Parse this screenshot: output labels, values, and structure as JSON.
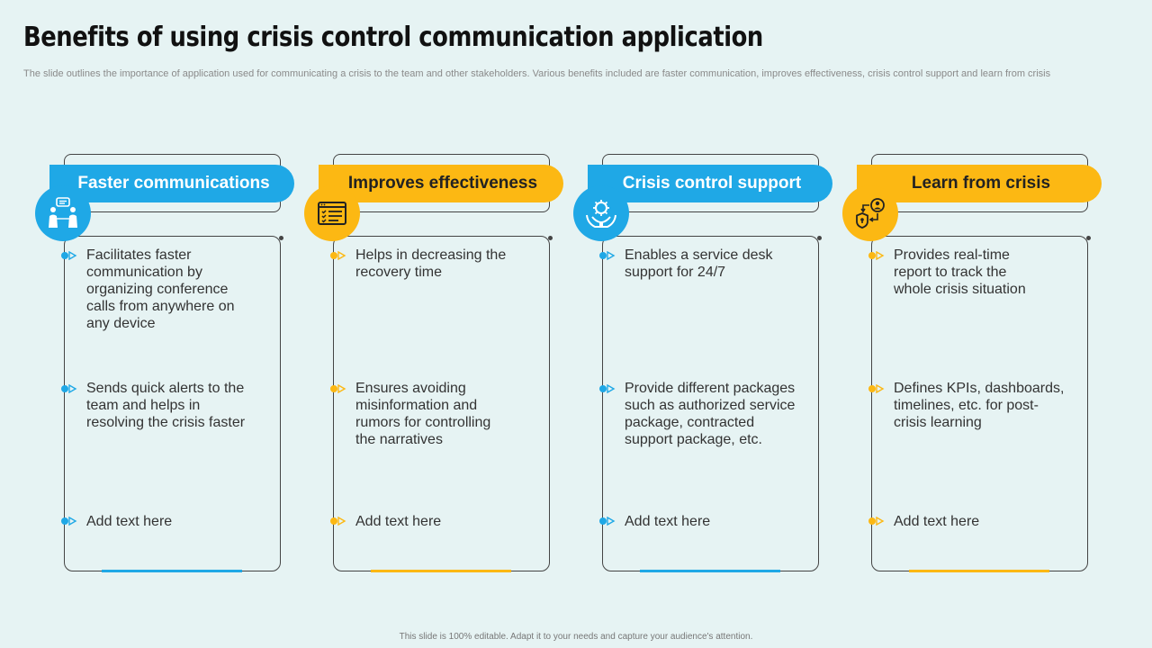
{
  "header": {
    "title": "Benefits of using crisis control communication application",
    "subtitle": "The slide outlines the importance of application used for communicating a crisis to the team and other stakeholders. Various benefits included are faster communication, improves effectiveness, crisis control support and learn from crisis"
  },
  "colors": {
    "blue": "#1fa8e6",
    "yellow": "#fcb813",
    "background": "#e6f3f3"
  },
  "columns": [
    {
      "title": "Faster communications",
      "icon": "conference-people-icon",
      "theme": "blue",
      "items": [
        "Facilitates faster communication by organizing conference calls from anywhere on any device",
        "Sends quick alerts to the team and helps in resolving the crisis faster",
        "Add text here"
      ]
    },
    {
      "title": "Improves effectiveness",
      "icon": "browser-checklist-icon",
      "theme": "yellow",
      "items": [
        "Helps in decreasing the recovery time",
        "Ensures avoiding misinformation and rumors for controlling the narratives",
        "Add text here"
      ]
    },
    {
      "title": "Crisis control support",
      "icon": "hands-virus-icon",
      "theme": "blue",
      "items": [
        "Enables a service desk support for 24/7",
        "Provide different packages such as authorized service package, contracted support package, etc.",
        "Add text here"
      ]
    },
    {
      "title": "Learn from crisis",
      "icon": "shield-process-icon",
      "theme": "yellow",
      "items": [
        "Provides real-time report to track the whole crisis situation",
        "Defines KPIs, dashboards, timelines, etc. for post-crisis learning",
        "Add text here"
      ]
    }
  ],
  "footer": {
    "text": "This slide is 100% editable. Adapt it to your needs and capture your audience's attention."
  }
}
